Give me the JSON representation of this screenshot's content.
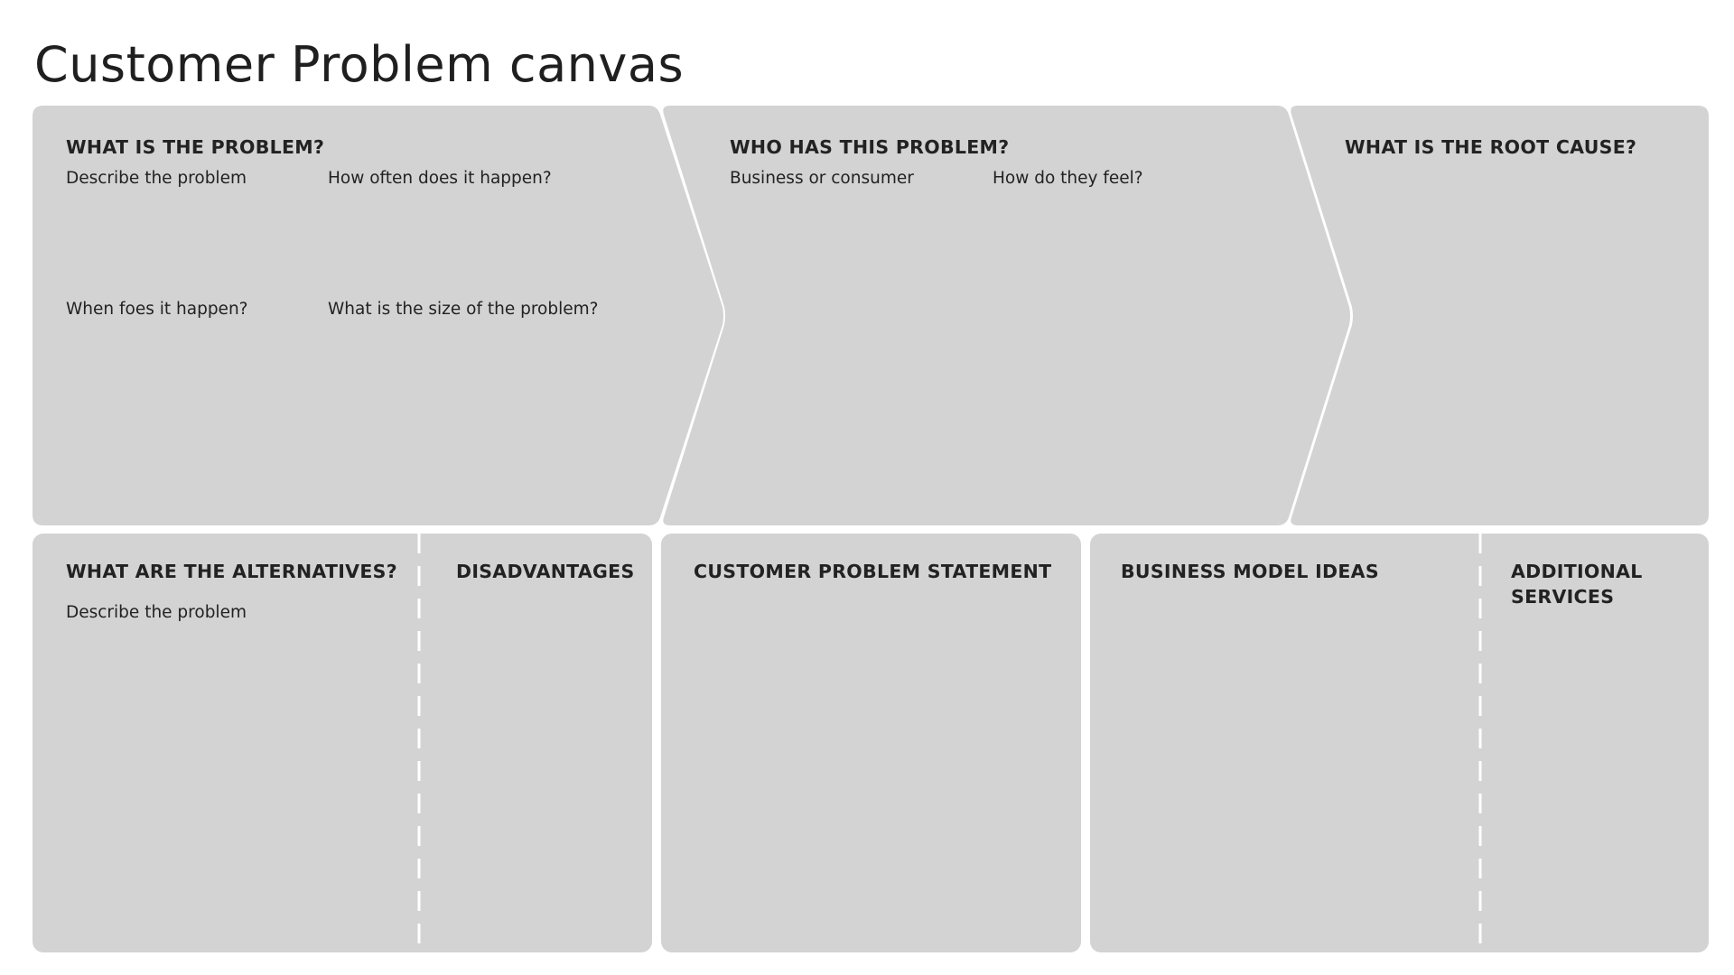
{
  "title": "Customer Problem canvas",
  "colors": {
    "panel_fill": "#d3d3d3",
    "background": "#ffffff",
    "text": "#222222"
  },
  "problem": {
    "heading": "WHAT IS THE PROBLEM?",
    "prompts": [
      "Describe the problem",
      "How often does it happen?",
      "When foes it happen?",
      "What is the size of the problem?"
    ]
  },
  "who": {
    "heading": "WHO HAS THIS PROBLEM?",
    "prompts": [
      "Business or consumer",
      "How do they feel?"
    ]
  },
  "root_cause": {
    "heading": "WHAT IS THE ROOT CAUSE?"
  },
  "alternatives": {
    "heading": "WHAT ARE THE ALTERNATIVES?",
    "prompt": "Describe the problem"
  },
  "disadvantages": {
    "heading": "DISADVANTAGES"
  },
  "statement": {
    "heading": "CUSTOMER PROBLEM STATEMENT"
  },
  "business_model": {
    "heading": "BUSINESS MODEL IDEAS"
  },
  "additional": {
    "heading": "ADDITIONAL SERVICES"
  }
}
